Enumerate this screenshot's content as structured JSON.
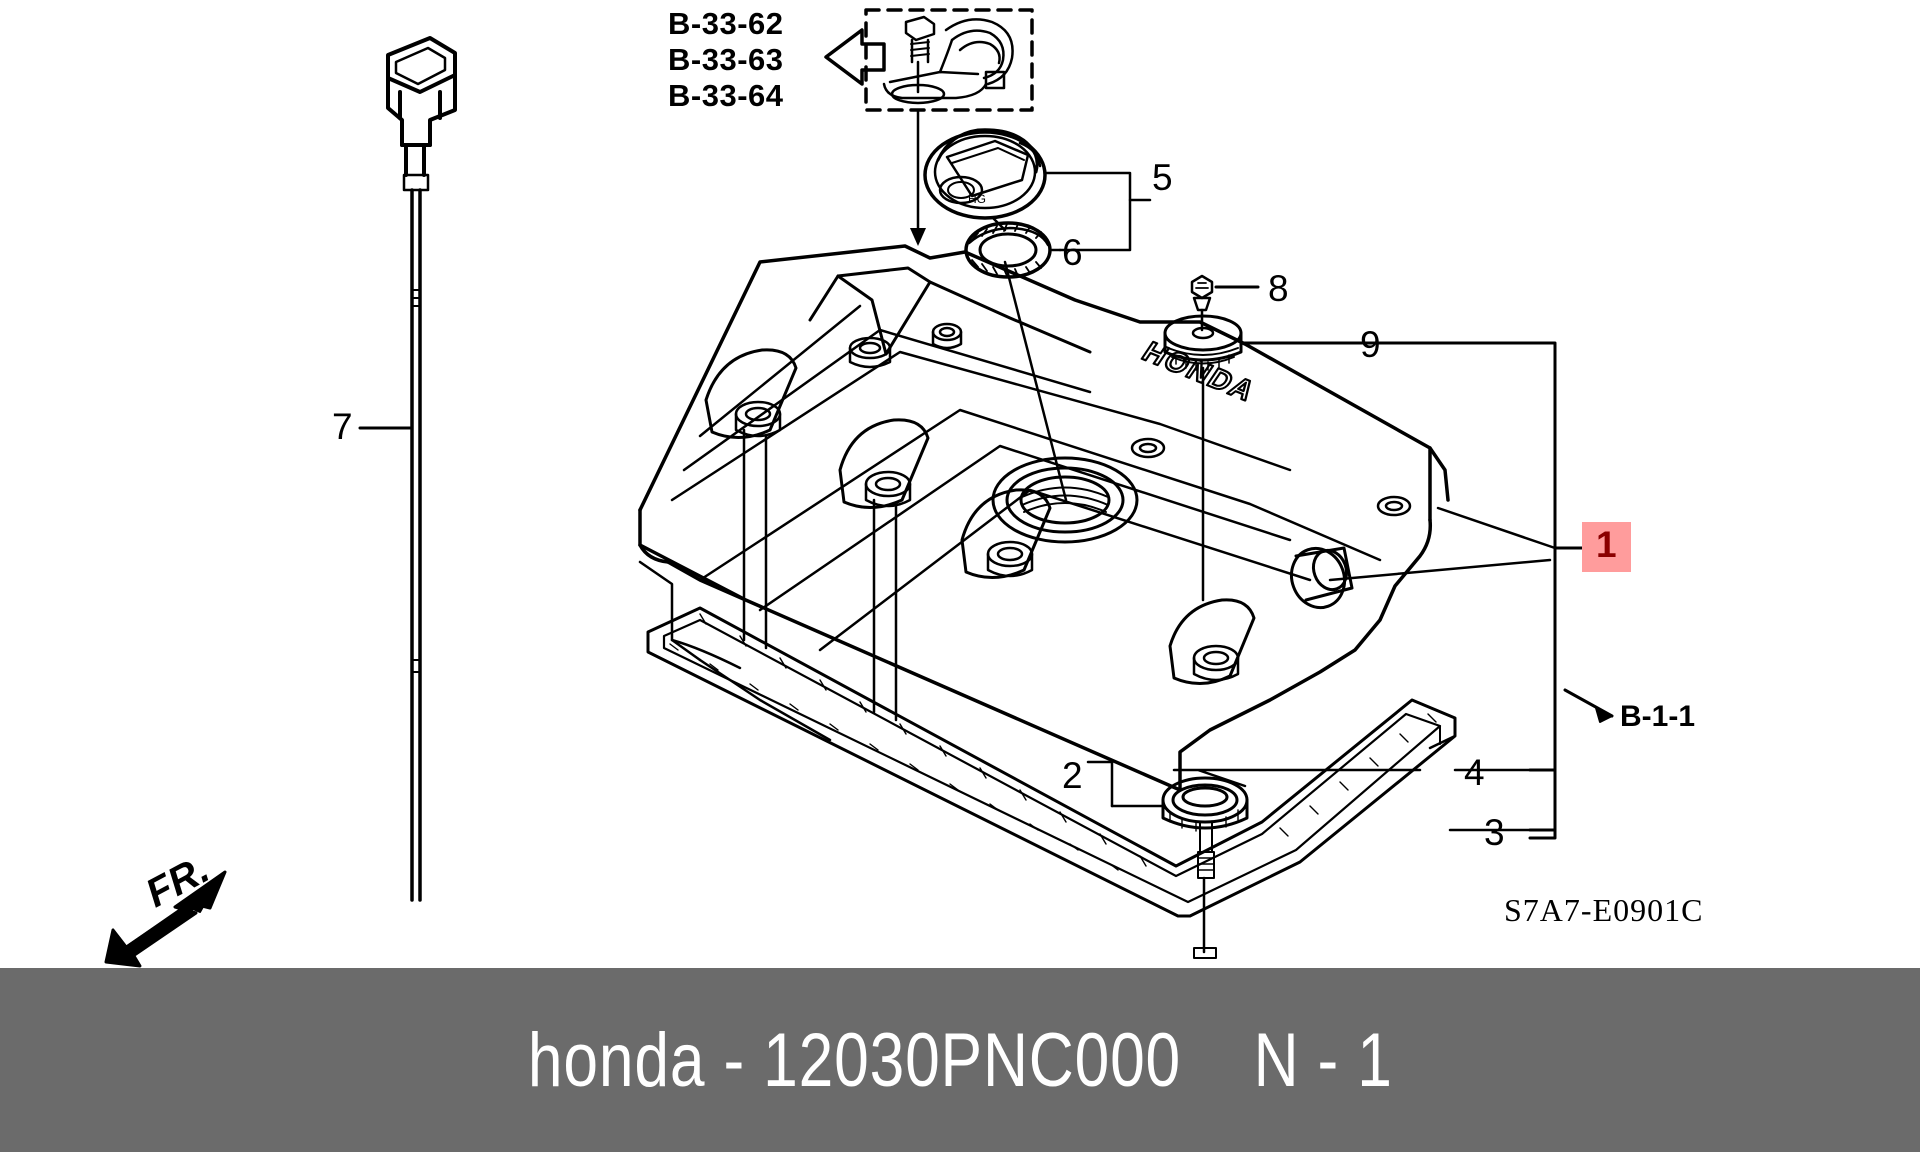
{
  "diagram": {
    "code": "S7A7-E0901C",
    "direction_marker": "FR.",
    "emblem_text": "HONDA",
    "cross_references_top": [
      "B-33-62",
      "B-33-63",
      "B-33-64"
    ],
    "cross_reference_right": "B-1-1"
  },
  "callouts": {
    "item1": "1",
    "item2": "2",
    "item3": "3",
    "item4": "4",
    "item5": "5",
    "item6": "6",
    "item7": "7",
    "item8": "8",
    "item9": "9"
  },
  "footer": {
    "brand": "honda",
    "separator": "-",
    "part_number": "12030PNC000",
    "page_ref": "N - 1",
    "text": "honda - 12030PNC000    N - 1",
    "background_color": "#6b6b6b",
    "text_color": "#ffffff"
  },
  "colors": {
    "line": "#000000",
    "highlight_background": "#FF9C9C",
    "highlight_text": "#8B0000",
    "page_background": "#ffffff"
  }
}
